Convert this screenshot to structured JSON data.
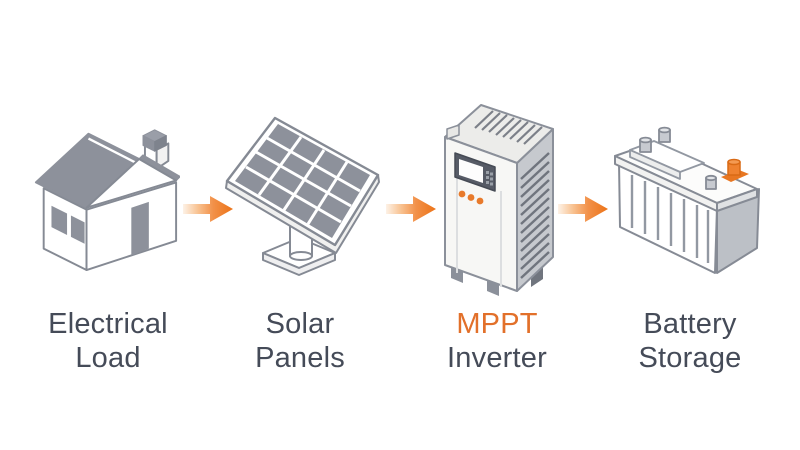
{
  "diagram": {
    "description": "Solar power system flow diagram",
    "stations": [
      {
        "id": "electrical-load",
        "icon": "house-icon",
        "label": [
          "Electrical",
          "Load"
        ],
        "label_colors": [
          "#454b58",
          "#454b58"
        ]
      },
      {
        "id": "solar-panels",
        "icon": "solar-panels-icon",
        "label": [
          "Solar",
          "Panels"
        ],
        "label_colors": [
          "#454b58",
          "#454b58"
        ]
      },
      {
        "id": "mppt-inverter",
        "icon": "mppt-inverter-icon",
        "label": [
          "MPPT",
          "Inverter"
        ],
        "label_colors": [
          "#e2702a",
          "#454b58"
        ]
      },
      {
        "id": "battery-storage",
        "icon": "battery-icon",
        "label": [
          "Battery",
          "Storage"
        ],
        "label_colors": [
          "#454b58",
          "#454b58"
        ]
      }
    ],
    "arrows": [
      {
        "icon": "flow-arrow-right-icon"
      },
      {
        "icon": "flow-arrow-right-icon"
      },
      {
        "icon": "flow-arrow-right-icon"
      }
    ],
    "colors": {
      "background": "#ffffff",
      "icon_gray": "#8d919b",
      "outline_gray": "#858a94",
      "text_dark": "#454b58",
      "accent_orange": "#ec7317",
      "mppt_orange": "#e2702a",
      "inverter_button_orange": "#e87a2b",
      "battery_terminal_orange": "#ef8230"
    }
  }
}
